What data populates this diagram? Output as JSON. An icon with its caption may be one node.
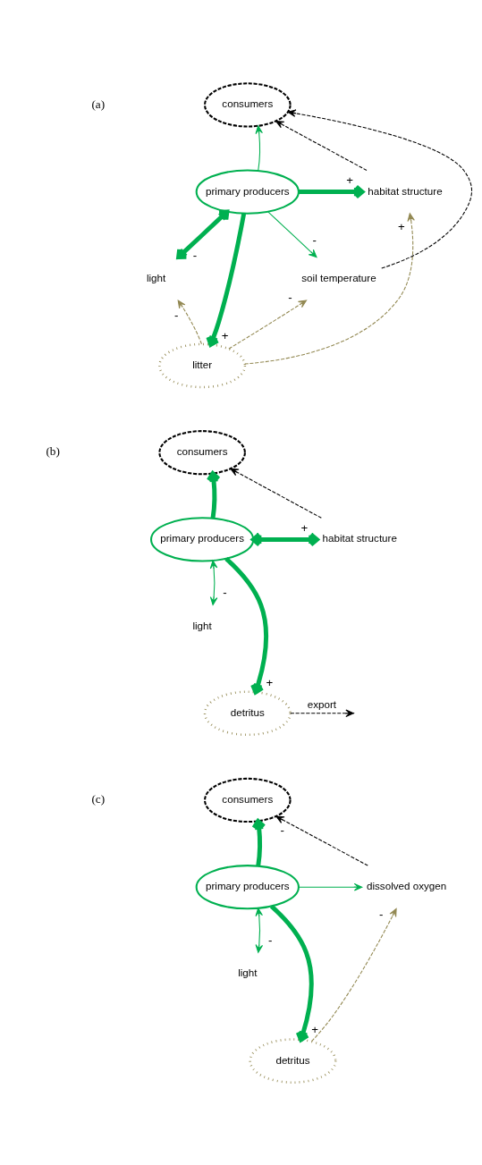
{
  "diagram": {
    "nodes": [
      {
        "text": [
          "consumers"
        ]
      },
      {
        "text": [
          "habitat structure"
        ]
      },
      {
        "text": [
          "primary producers"
        ]
      },
      {
        "text": [
          "light"
        ]
      },
      {
        "text": [
          "litter"
        ]
      },
      {
        "text": [
          "soil temperature"
        ]
      },
      {
        "text": [
          "consumers"
        ]
      },
      {
        "text": [
          "habitat structure"
        ]
      },
      {
        "text": [
          "primary producers"
        ]
      },
      {
        "text": [
          "light"
        ]
      },
      {
        "text": [
          "detritus"
        ]
      },
      {
        "text": [
          "consumers"
        ]
      },
      {
        "text": [
          "dissolved oxygen"
        ]
      },
      {
        "text": [
          "primary producers"
        ]
      },
      {
        "text": [
          "light"
        ]
      },
      {
        "text": [
          "detritus"
        ]
      }
    ],
    "edges": [
      {
        "from": 2,
        "to": 0,
        "arrow": "to"
      },
      {
        "from": 1,
        "to": 0,
        "arrow": "to",
        "style": "dashed",
        "color": "#000000"
      },
      {
        "from": 5,
        "to": 0,
        "arrow": "to",
        "style": "dashed",
        "color": "#000000"
      },
      {
        "from": 2,
        "to": 1,
        "arrow": "to",
        "label": "+",
        "style": "thick"
      },
      {
        "from": 2,
        "to": 3,
        "arrow": "both",
        "label": "-",
        "style": "thick"
      },
      {
        "from": 2,
        "to": 4,
        "arrow": "to",
        "label": "+",
        "style": "thick"
      },
      {
        "from": 2,
        "to": 5,
        "arrow": "to",
        "label": "-"
      },
      {
        "from": 4,
        "to": 1,
        "arrow": "to",
        "label": "+",
        "style": "dashed",
        "color": "#938953"
      },
      {
        "from": 4,
        "to": 3,
        "arrow": "to",
        "label": "-",
        "style": "dashed",
        "color": "#938953"
      },
      {
        "from": 4,
        "to": 5,
        "arrow": "to",
        "label": "-",
        "style": "dashed",
        "color": "#938953"
      },
      {
        "from": 7,
        "to": 6,
        "arrow": "to",
        "style": "dashed",
        "color": "#000000"
      },
      {
        "from": 8,
        "to": 6,
        "arrow": "to",
        "style": "thick"
      },
      {
        "from": 8,
        "to": 7,
        "arrow": "both",
        "label": "+",
        "style": "thick"
      },
      {
        "from": 8,
        "to": 9,
        "arrow": "both",
        "label": "-"
      },
      {
        "from": 8,
        "to": 10,
        "arrow": "to",
        "label": "+",
        "style": "thick"
      },
      {
        "from": 10,
        "to": null,
        "arrow": "to",
        "label": "export",
        "style": "dashed",
        "color": "#000000"
      },
      {
        "from": 13,
        "to": 11,
        "arrow": "to",
        "style": "thick"
      },
      {
        "from": 12,
        "to": 11,
        "arrow": "to",
        "label": "-",
        "style": "dashed",
        "color": "#000000"
      },
      {
        "from": 13,
        "to": 12,
        "arrow": "to"
      },
      {
        "from": 13,
        "to": 14,
        "arrow": "both",
        "label": "-"
      },
      {
        "from": 13,
        "to": 15,
        "arrow": "to",
        "label": "+",
        "style": "thick"
      },
      {
        "from": 15,
        "to": 12,
        "arrow": "to",
        "label": "-",
        "style": "dashed",
        "color": "#938953"
      }
    ],
    "labels": [
      "(a)",
      "(b)",
      "(c)"
    ]
  }
}
